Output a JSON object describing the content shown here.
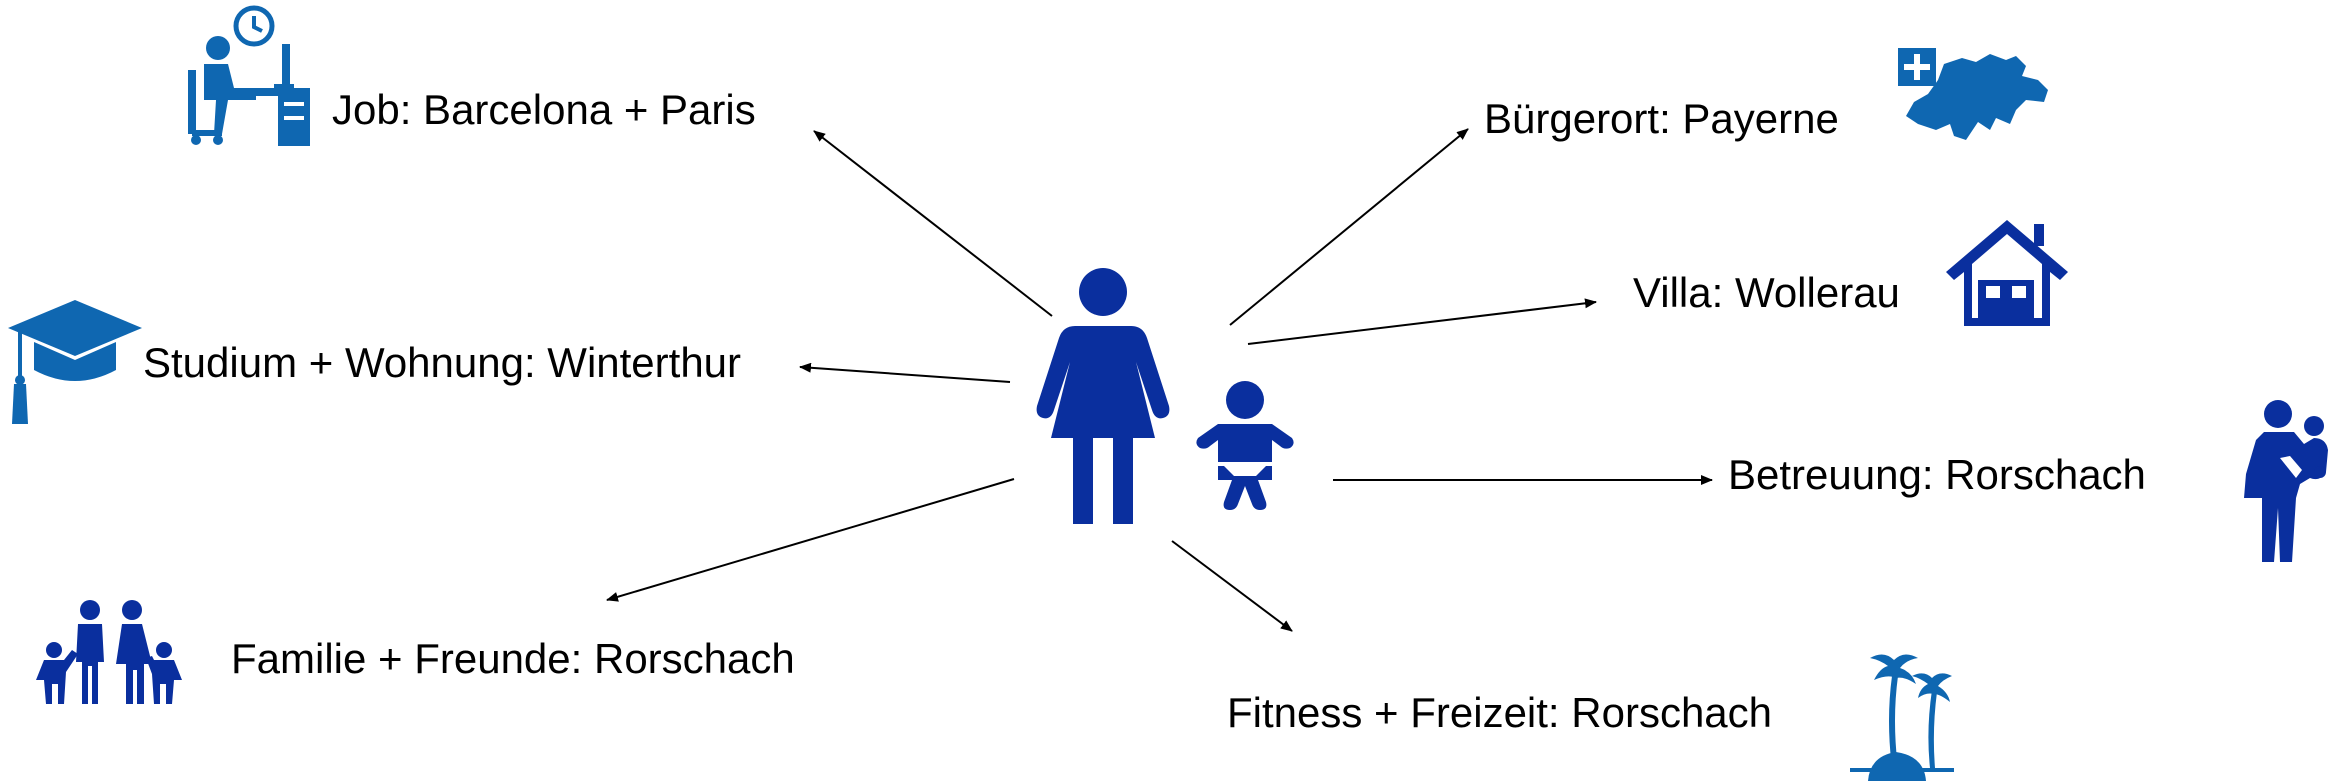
{
  "colors": {
    "person": "#0a2f9e",
    "icon": "#0f67b1",
    "arrow": "#000000",
    "background": "#ffffff"
  },
  "labels": {
    "job": "Job: Barcelona + Paris",
    "studium": "Studium + Wohnung: Winterthur",
    "familie": "Familie + Freunde: Rorschach",
    "buergerort": "Bürgerort: Payerne",
    "villa": "Villa: Wollerau",
    "betreuung": "Betreuung: Rorschach",
    "fitness": "Fitness + Freizeit: Rorschach"
  },
  "icons": {
    "center_person": "woman-icon",
    "center_child": "baby-icon",
    "job": "office-worker-icon",
    "studium": "graduation-cap-icon",
    "familie": "family-icon",
    "buergerort": "switzerland-map-icon",
    "villa": "house-icon",
    "betreuung": "parent-carrying-child-icon",
    "fitness": "palm-island-icon"
  }
}
